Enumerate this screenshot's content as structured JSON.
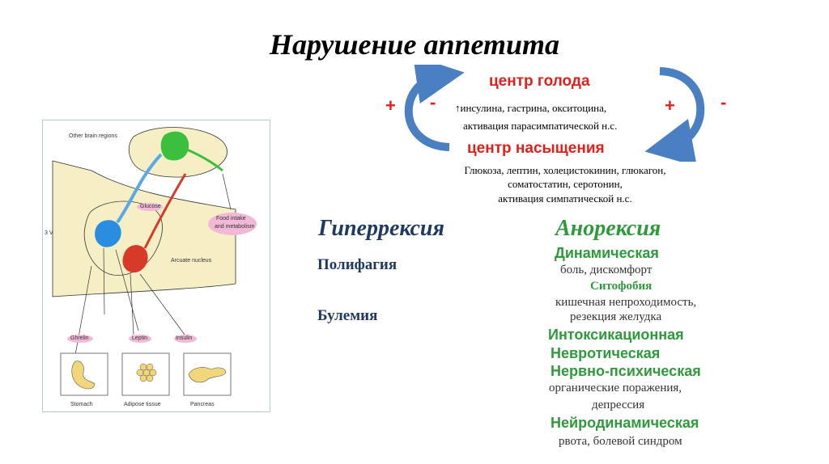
{
  "title": "Нарушение аппетита",
  "cycle": {
    "hunger_center": "центр голода",
    "hunger_factors_line1": "↑инсулина, гастрина,  окситоцина,",
    "hunger_factors_line2": "активация парасимпатической н.с.",
    "satiety_center": "центр насыщения",
    "satiety_factors_line1": "Глюкоза, лептин, холецистокинин, глюкагон,",
    "satiety_factors_line2": "соматостатин, серотонин,",
    "satiety_factors_line3": "активация симпатической н.с.",
    "plus_left": "+",
    "minus_left": "-",
    "plus_right": "+",
    "minus_right": "-",
    "arrow_color": "#4a7fc1"
  },
  "hyperorexia": {
    "heading": "Гиперрексия",
    "items": [
      "Полифагия",
      "Булемия"
    ]
  },
  "anorexia": {
    "heading": "Анорексия",
    "dynamic": "Динамическая",
    "dynamic_note": "боль, дискомфорт",
    "sitophobia": "Ситофобия",
    "sitophobia_note1": "кишечная непроходимость,",
    "sitophobia_note2": "резекция желудка",
    "intoxication": "Интоксикационная",
    "neurotic": "Невротическая",
    "neuropsychic": "Нервно-психическая",
    "neuropsychic_note1": "органические поражения,",
    "neuropsychic_note2": "депрессия",
    "neurodynamic": "Нейродинамическая",
    "neurodynamic_note": "рвота, болевой синдром"
  },
  "figure": {
    "other_brain": "Other brain regions",
    "glucose": "Glucose",
    "food_intake_1": "Food intake",
    "food_intake_2": "and metabolism",
    "arcuate": "Arcuate nucleus",
    "ventricle": "3 V",
    "ghrelin": "Ghrelin",
    "leptin": "Leptin",
    "insulin": "Insulin",
    "stomach": "Stomach",
    "adipose": "Adipose tissue",
    "pancreas": "Pancreas",
    "colors": {
      "blue_neuron": "#2a8ee0",
      "red_neuron": "#d83a2a",
      "green_neuron": "#3cbf3c",
      "region_fill": "#f6efc6",
      "label_pill": "#f2b8d8"
    }
  }
}
